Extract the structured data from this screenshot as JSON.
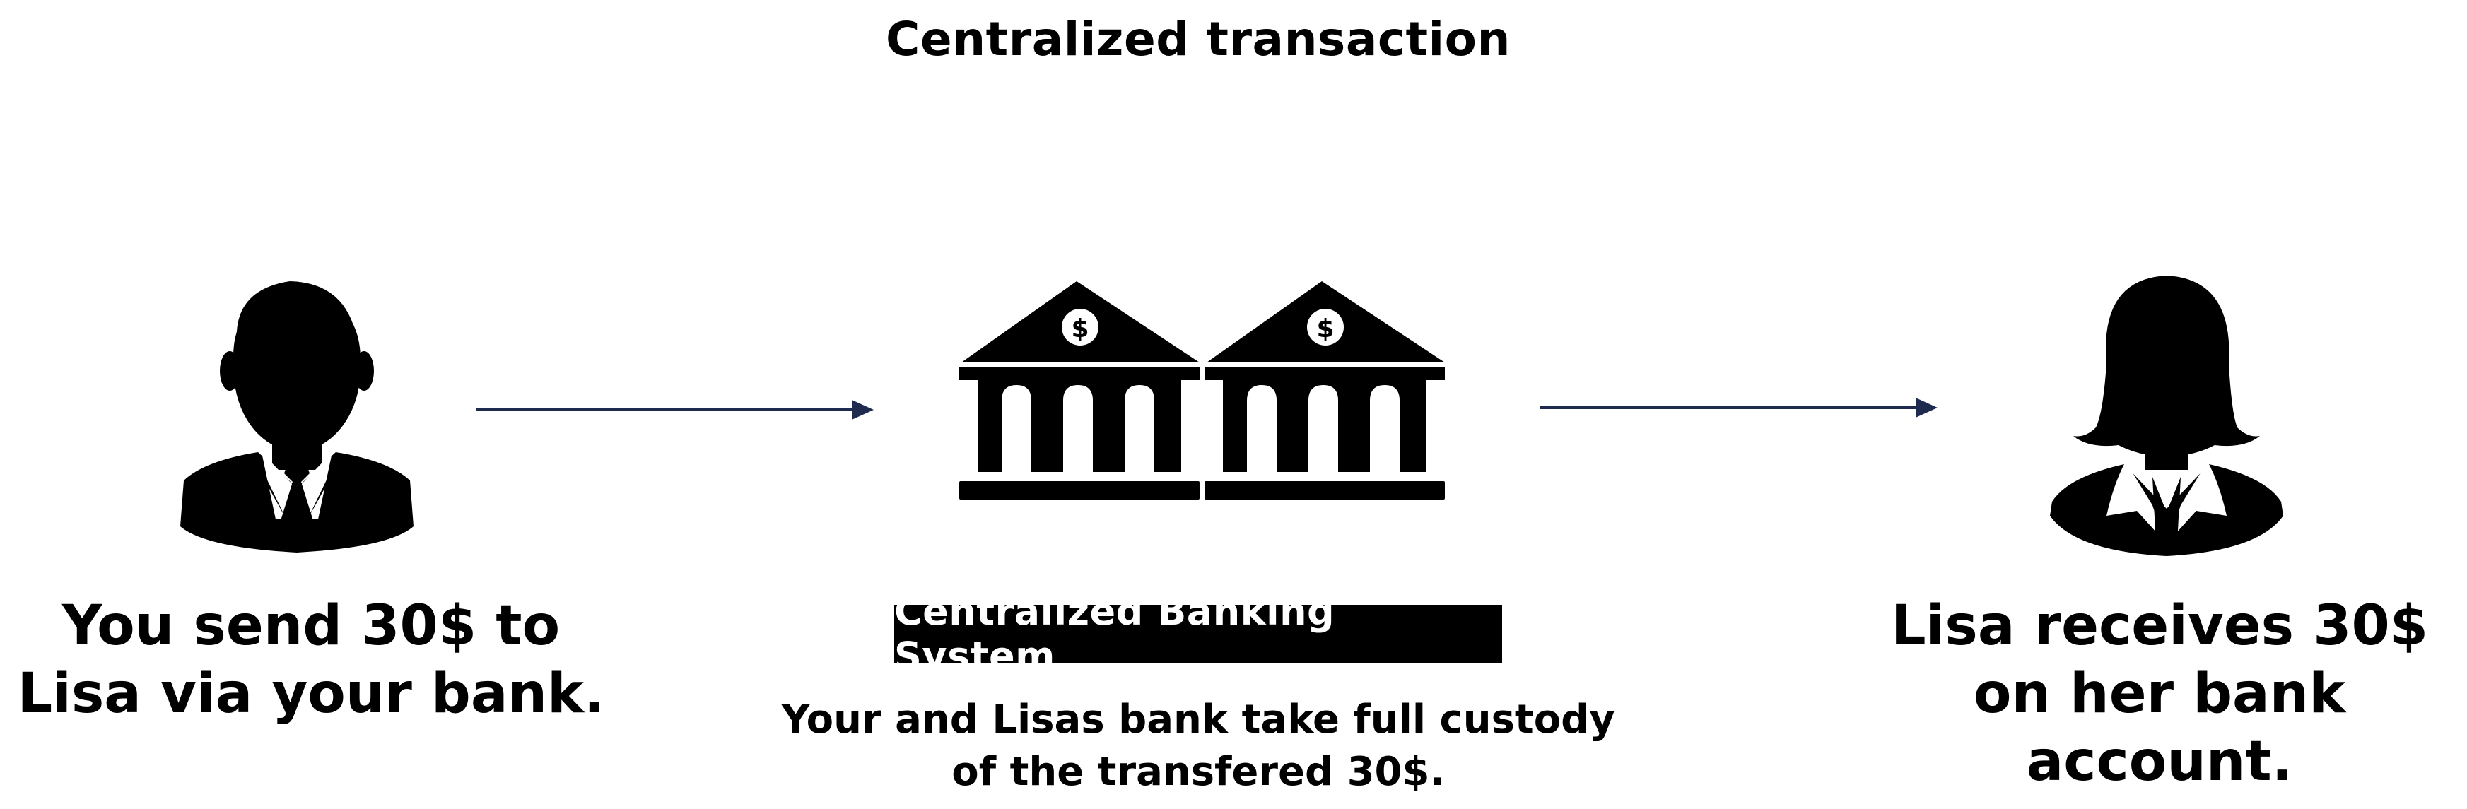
{
  "diagram": {
    "title": "Centralized transaction",
    "sender": {
      "icon": "businessman-icon",
      "caption": "You send 30$ to Lisa via your bank."
    },
    "bank": {
      "icon": "bank-building-icon",
      "currency_symbol": "$",
      "label": "Centralized Banking System",
      "note": "Your and Lisas bank take full custody of the transfered 30$."
    },
    "receiver": {
      "icon": "businesswoman-icon",
      "caption": "Lisa receives 30$ on her bank account."
    },
    "colors": {
      "arrow": "#1f2a4f",
      "icon": "#000000",
      "banner_background": "#000000",
      "banner_text": "#ffffff"
    }
  }
}
